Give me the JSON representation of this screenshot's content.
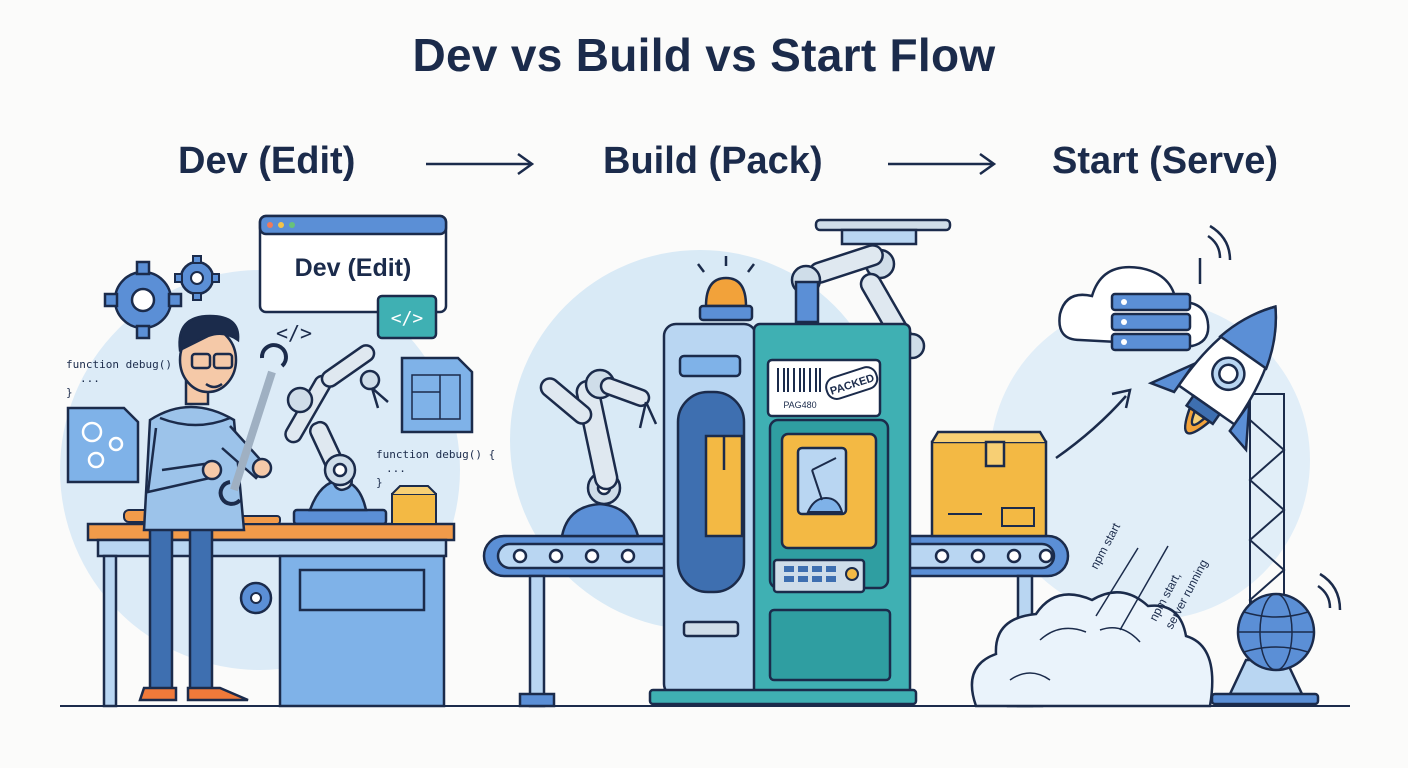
{
  "title": "Dev vs Build vs Start Flow",
  "stages": [
    {
      "label": "Dev (Edit)"
    },
    {
      "label": "Build (Pack)"
    },
    {
      "label": "Start (Serve)"
    }
  ],
  "dev": {
    "window_label": "Dev (Edit)",
    "code_tag": "</>",
    "code_line_1": "function debug() {",
    "code_line_2": "...",
    "code_line_3": "}"
  },
  "build": {
    "barcode_text": "PAG480",
    "packed_stamp": "PACKED"
  },
  "start": {
    "cmd_1": "npm start",
    "cmd_2_line1": "npm start,",
    "cmd_2_line2": "server running"
  },
  "colors": {
    "navy": "#1b2b4b",
    "blue": "#5b8fd6",
    "light_blue": "#d8e9f6",
    "teal": "#3fb0b3",
    "orange": "#f2a23a",
    "box_yellow": "#f3b944"
  }
}
